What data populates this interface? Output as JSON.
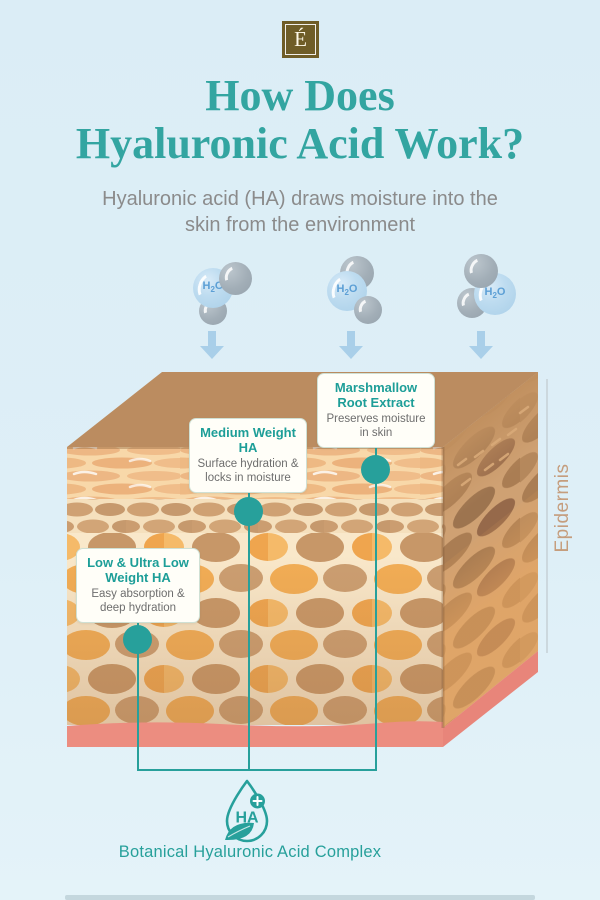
{
  "logo": {
    "letter": "É"
  },
  "header": {
    "title_line1": "How Does",
    "title_line2": "Hyaluronic Acid Work?",
    "subtitle_line1": "Hyaluronic acid (HA) draws moisture into the",
    "subtitle_line2": "skin from the environment"
  },
  "molecule": {
    "h": "H",
    "sub": "2",
    "o": "O"
  },
  "cards": [
    {
      "title": "Marshmallow Root Extract",
      "desc": "Preserves moisture in skin"
    },
    {
      "title": "Medium Weight HA",
      "desc": "Surface hydration & locks in moisture"
    },
    {
      "title": "Low & Ultra Low Weight HA",
      "desc": "Easy absorption & deep hydration"
    }
  ],
  "diagram": {
    "layer_label": "Epidermis"
  },
  "footer": {
    "droplet_text": "HA",
    "caption": "Botanical Hyaluronic Acid Complex"
  },
  "colors": {
    "background": "#deeff7",
    "title_teal": "#33a5a1",
    "accent_teal": "#27a09b",
    "subtitle_gray": "#8b8b8b",
    "skin_top": "#bb8c60",
    "skin_pink": "#ec8d80",
    "logo_olive": "#6f5d27",
    "water_blue": "#bedcf0",
    "water_gray": "#a2aeb7"
  }
}
